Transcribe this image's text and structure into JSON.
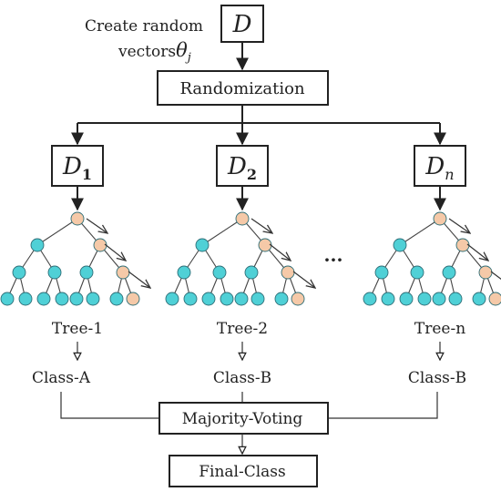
{
  "top_note": {
    "line1": "Create random",
    "line2": "vectors",
    "theta": "θ",
    "theta_sub": "j"
  },
  "dataset": {
    "label": "D"
  },
  "randomization": {
    "label": "Randomization"
  },
  "subsets": [
    {
      "letter": "D",
      "sub": "1",
      "sub_bold": true
    },
    {
      "letter": "D",
      "sub": "2",
      "sub_bold": true
    },
    {
      "letter": "D",
      "sub": "n",
      "sub_bold": false
    }
  ],
  "ellipsis": "···",
  "trees": [
    {
      "name": "Tree-1",
      "class": "Class-A"
    },
    {
      "name": "Tree-2",
      "class": "Class-B"
    },
    {
      "name": "Tree-n",
      "class": "Class-B"
    }
  ],
  "voting": {
    "label": "Majority-Voting"
  },
  "final": {
    "label": "Final-Class"
  },
  "colors": {
    "node_cyan": "#4fd0d6",
    "node_peach": "#f5c9a8",
    "node_stroke": "#2f6f78",
    "line": "#222222"
  }
}
